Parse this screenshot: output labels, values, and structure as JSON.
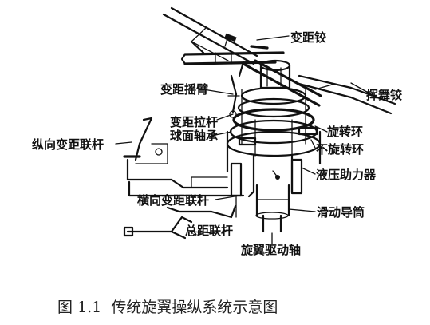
{
  "labels": {
    "pitch_hinge": "变距铰",
    "pitch_horn": "变距摇臂",
    "lag_hinge": "挥舞铰",
    "pitch_rod_bearing_line1": "变距拉杆",
    "pitch_rod_bearing_line2": "球面轴承",
    "rotating_ring": "旋转环",
    "longitudinal_pitch_link": "纵向变距联杆",
    "non_rotating_ring": "不旋转环",
    "hydraulic_booster": "液压助力器",
    "lateral_pitch_link": "横向变距联杆",
    "sliding_guide_tube": "滑动导筒",
    "collective_link": "总距联杆",
    "rotor_drive_shaft": "旋翼驱动轴"
  },
  "caption": "图 1.1  传统旋翼操纵系统示意图"
}
